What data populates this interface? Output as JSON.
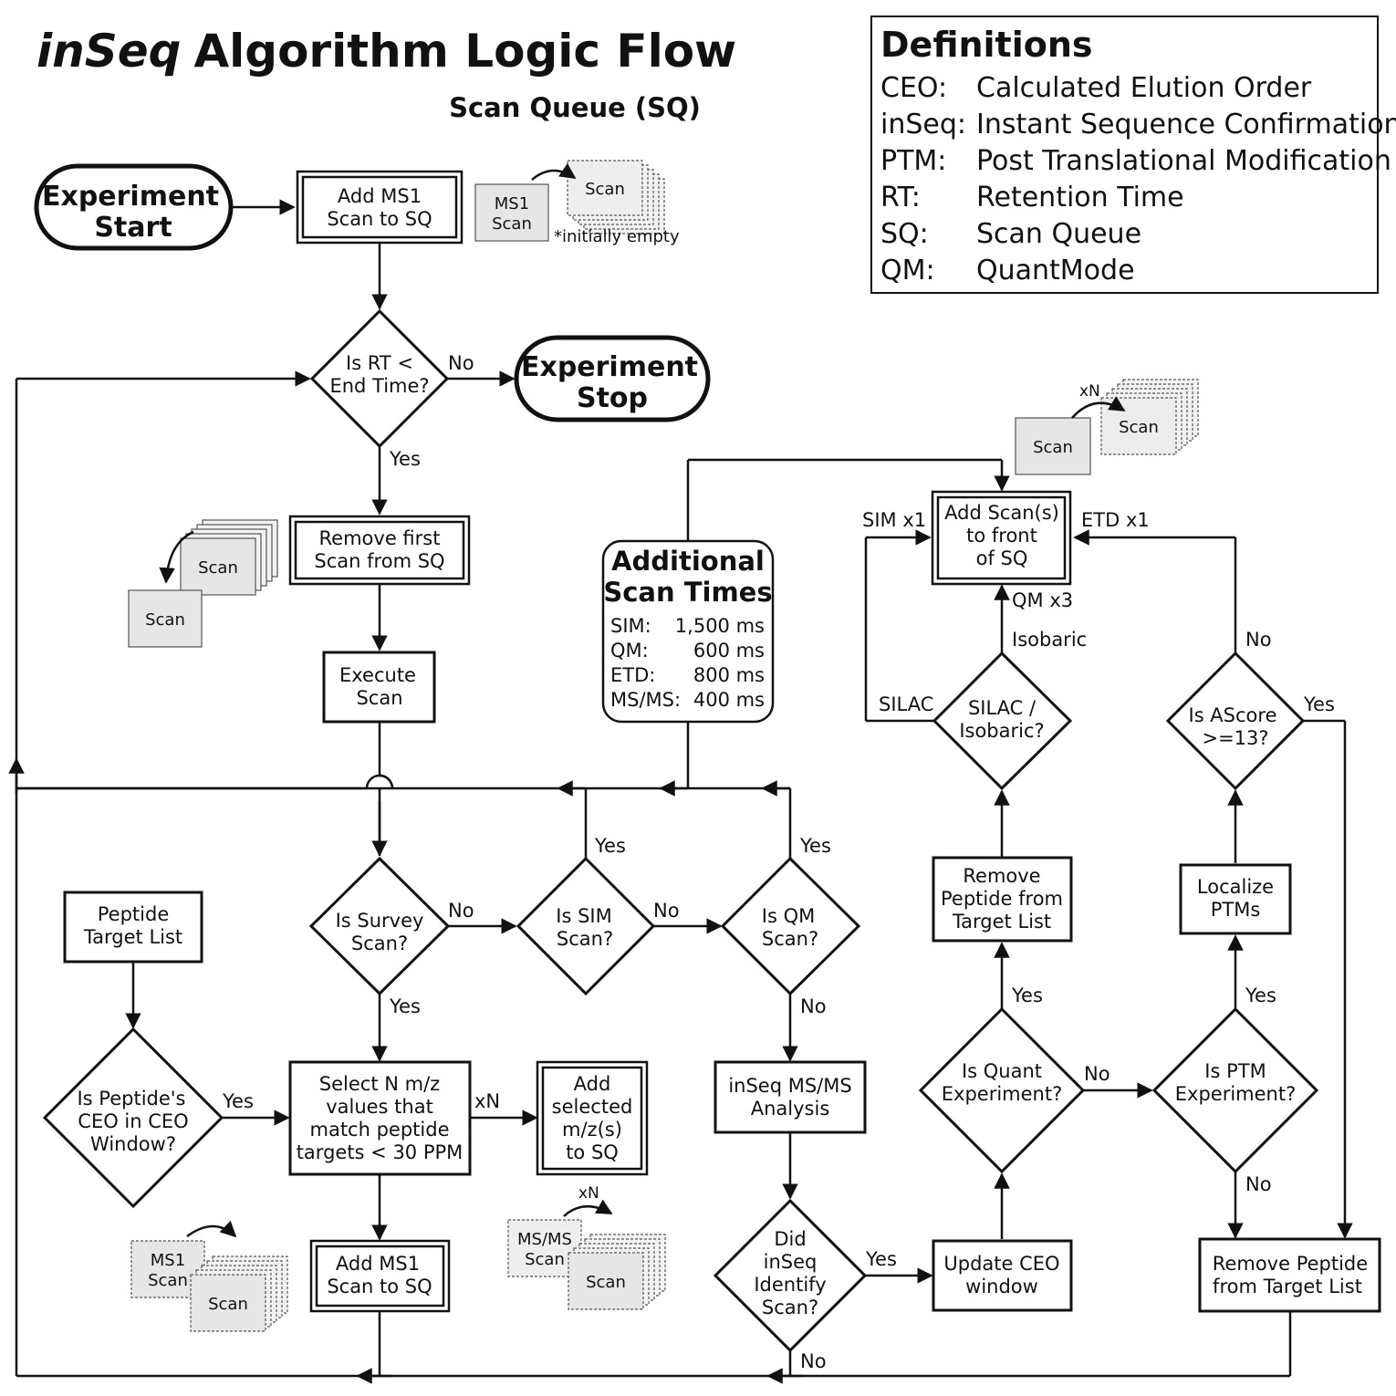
{
  "title": {
    "prefix": "inSeq",
    "rest": "Algorithm Logic Flow"
  },
  "definitions": {
    "heading": "Definitions",
    "items": [
      {
        "abbr": "CEO:",
        "text": "Calculated Elution Order"
      },
      {
        "abbr": "inSeq:",
        "text": "Instant Sequence Confirmation"
      },
      {
        "abbr": "PTM:",
        "text": "Post Translational Modification"
      },
      {
        "abbr": "RT:",
        "text": "Retention Time"
      },
      {
        "abbr": "SQ:",
        "text": "Scan Queue"
      },
      {
        "abbr": "QM:",
        "text": "QuantMode"
      }
    ]
  },
  "scan_queue": {
    "title": "Scan Queue (SQ)",
    "ms1": [
      "MS1",
      "Scan"
    ],
    "scan": "Scan",
    "note": "*initially empty"
  },
  "nodes": {
    "experiment_start": [
      "Experiment",
      "Start"
    ],
    "add_ms1_top": [
      "Add MS1",
      "Scan to SQ"
    ],
    "is_rt": [
      "Is RT <",
      "End Time?"
    ],
    "experiment_stop": [
      "Experiment",
      "Stop"
    ],
    "remove_first": [
      "Remove first",
      "Scan from SQ"
    ],
    "execute_scan": [
      "Execute",
      "Scan"
    ],
    "additional_times": {
      "title": [
        "Additional",
        "Scan Times"
      ],
      "rows": [
        {
          "k": "SIM:",
          "v": "1,500 ms"
        },
        {
          "k": "QM:",
          "v": "600 ms"
        },
        {
          "k": "ETD:",
          "v": "800 ms"
        },
        {
          "k": "MS/MS:",
          "v": "400 ms"
        }
      ]
    },
    "add_scans_front": [
      "Add Scan(s)",
      "to front",
      "of SQ"
    ],
    "silac_isobaric": [
      "SILAC /",
      "Isobaric?"
    ],
    "is_ascore": [
      "Is AScore",
      ">=13?"
    ],
    "remove_peptide_mid": [
      "Remove",
      "Peptide from",
      "Target List"
    ],
    "localize_ptms": [
      "Localize",
      "PTMs"
    ],
    "peptide_target_list": [
      "Peptide",
      "Target List"
    ],
    "is_survey": [
      "Is Survey",
      "Scan?"
    ],
    "is_sim": [
      "Is SIM",
      "Scan?"
    ],
    "is_qm": [
      "Is QM",
      "Scan?"
    ],
    "is_quant": [
      "Is Quant",
      "Experiment?"
    ],
    "is_ptm": [
      "Is PTM",
      "Experiment?"
    ],
    "is_peptide_ceo": [
      "Is Peptide's",
      "CEO in CEO",
      "Window?"
    ],
    "select_n": [
      "Select N m/z",
      "values that",
      "match peptide",
      "targets < 30 PPM"
    ],
    "add_selected": [
      "Add",
      "selected",
      "m/z(s)",
      "to SQ"
    ],
    "inseq_msms": [
      "inSeq MS/MS",
      "Analysis"
    ],
    "did_inseq": [
      "Did",
      "inSeq",
      "Identify",
      "Scan?"
    ],
    "update_ceo": [
      "Update CEO",
      "window"
    ],
    "remove_peptide_bottom": [
      "Remove Peptide",
      "from Target List"
    ],
    "add_ms1_bottom": [
      "Add MS1",
      "Scan to SQ"
    ]
  },
  "edge_labels": {
    "no": "No",
    "yes": "Yes",
    "xn": "xN",
    "xN_small": "xN",
    "sim_x1": "SIM x1",
    "etd_x1": "ETD x1",
    "qm_x3": "QM x3",
    "silac": "SILAC",
    "isobaric": "Isobaric"
  },
  "icons": {
    "scan": "Scan",
    "ms1": [
      "MS1",
      "Scan"
    ],
    "msms": [
      "MS/MS",
      "Scan"
    ]
  }
}
